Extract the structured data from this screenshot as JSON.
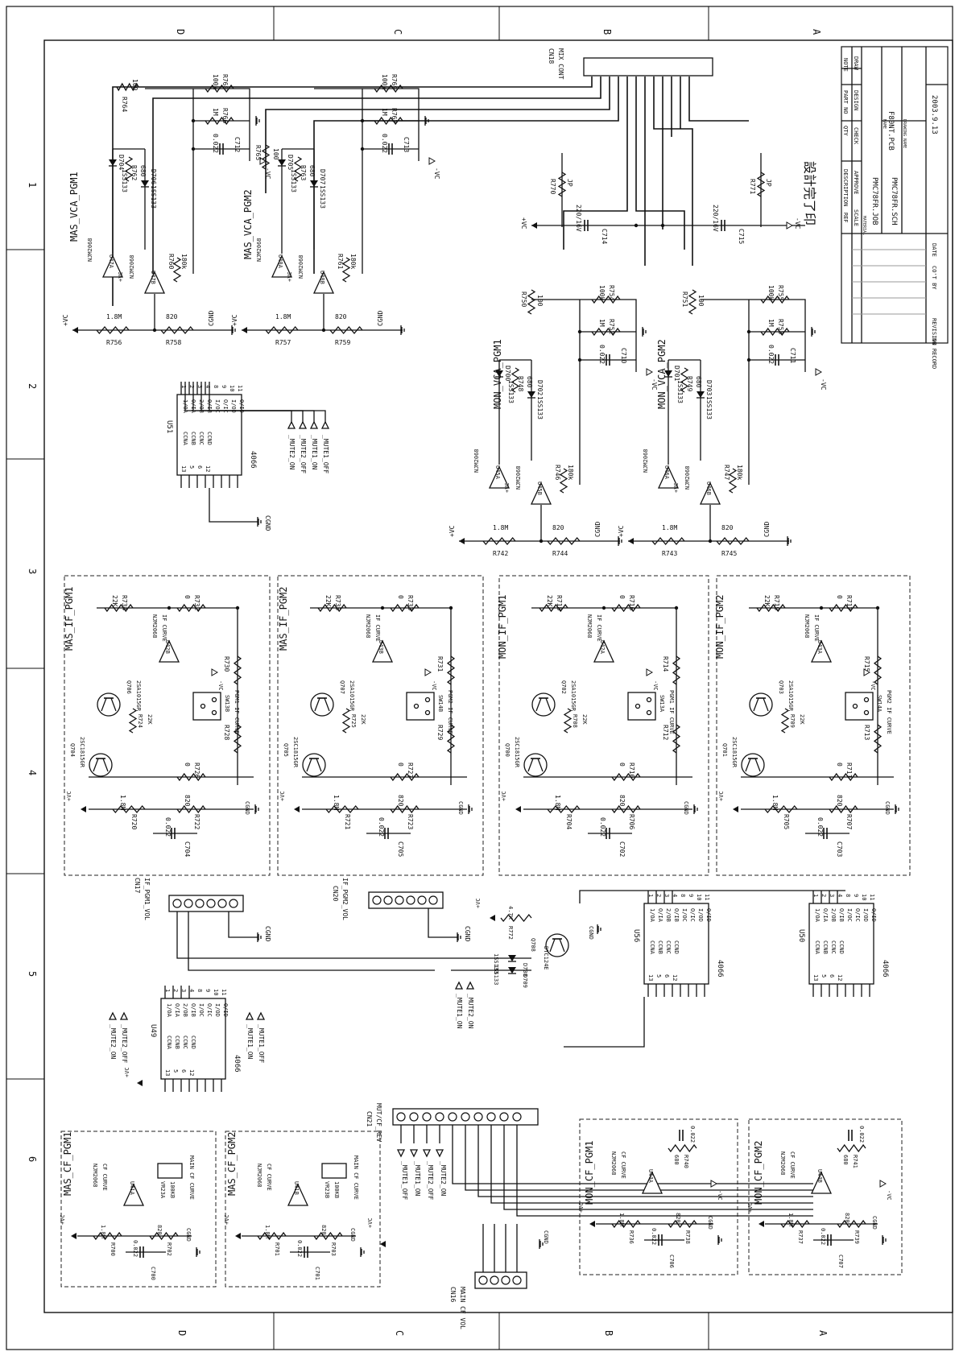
{
  "sheet": {
    "zones_top": [
      "D",
      "C",
      "B",
      "A"
    ],
    "zones_bottom": [
      "D",
      "C",
      "B",
      "A"
    ],
    "zones_side": [
      "1",
      "2",
      "3",
      "4",
      "5",
      "6"
    ]
  },
  "title_block": {
    "col_headers": [
      "REF",
      "DESCRIPTION",
      "QTY",
      "PART NO",
      "NOTE"
    ],
    "row2": [
      "SCALE",
      "APPROVE",
      "CHECK",
      "DESIGN",
      "DRAW"
    ],
    "material": "MATERIAL",
    "name_label": "NAME",
    "job": "PMC78FR.JOB",
    "sch": "PMC78FR.SCH",
    "pcb": "F80NT.PCB",
    "drawing_label": "DRAWING NAME",
    "date": "2003.9.13",
    "revision": [
      "NO",
      "REVISION RECORD",
      "CO'T BY",
      "DATE"
    ],
    "stamp": "設計完了印"
  },
  "connectors": {
    "cn18": {
      "ref": "CN18",
      "name": "MIX CONT",
      "pins": [
        "1",
        "2",
        "3",
        "4",
        "5",
        "6",
        "7",
        "8",
        "9",
        "10",
        "11",
        "12"
      ]
    },
    "cn17": {
      "ref": "CN17",
      "name": "IF_PGM1_VOL",
      "pins": [
        "1",
        "2",
        "3",
        "4",
        "5",
        "6"
      ]
    },
    "cn20": {
      "ref": "CN20",
      "name": "IF_PGM2_VOL",
      "pins": [
        "1",
        "2",
        "3",
        "4",
        "5",
        "6"
      ]
    },
    "cn21": {
      "ref": "CN21",
      "name": "MUT/CF_REV",
      "pins": [
        "1",
        "2",
        "3",
        "4",
        "5",
        "6",
        "7",
        "8",
        "9",
        "10"
      ]
    },
    "cn16": {
      "ref": "CN16",
      "name": "MAIN CF VOL",
      "pins": [
        "1",
        "2",
        "3",
        "4"
      ]
    }
  },
  "section_titles": {
    "mas_vca_pgm1": "MAS_VCA_PGM1",
    "mas_vca_pgm2": "MAS_VCA_PGM2",
    "mon_vca_pgm1": "MON_VCA_PGM1",
    "mon_vca_pgm2": "MON_VCA_PGM2",
    "mas_if_pgm1": "MAS_IF_PGM1",
    "mas_if_pgm2": "MAS_IF_PGM2",
    "mon_if_pgm1": "MON_IF_PGM1",
    "mon_if_pgm2": "MON_IF_PGM2",
    "mas_cf_pgm1": "MAS_CF_PGM1",
    "mas_cf_pgm2": "MAS_CF_PGM2",
    "mon_cf_pgm1": "MON_CF_PGM1",
    "mon_cf_pgm2": "MON_CF_PGM2"
  },
  "switch_chips": {
    "u51": {
      "ref": "U51",
      "part": "4066",
      "pins_left": [
        "1/OA",
        "O/IA",
        "2/OB",
        "O/IB"
      ],
      "pins_right": [
        "CCNA",
        "CCNB",
        "CCNC",
        "CCND"
      ],
      "pins_bottom": [
        "I/OC",
        "O/IC",
        "I/OD",
        "O/ID"
      ],
      "nums_top": [
        "13",
        "5",
        "6",
        "12"
      ],
      "nums_bottom": [
        "1",
        "2",
        "3",
        "4",
        "8",
        "9",
        "10",
        "11"
      ]
    },
    "u49": {
      "ref": "U49",
      "part": "4066",
      "pins_left": [
        "1/OA",
        "O/IA",
        "2/OB",
        "O/IB"
      ],
      "pins_right": [
        "CCNA",
        "CCNB",
        "CCNC",
        "CCND"
      ],
      "pins_bottom": [
        "I/OC",
        "O/IC",
        "I/OD",
        "O/ID"
      ],
      "nums_top": [
        "13",
        "5",
        "6",
        "12"
      ],
      "nums_bottom": [
        "1",
        "2",
        "3",
        "4",
        "8",
        "9",
        "10",
        "11"
      ]
    },
    "u56": {
      "ref": "U56",
      "part": "4066",
      "pins_left": [
        "1/OA",
        "O/IA",
        "2/OB",
        "O/IB"
      ],
      "pins_right": [
        "CCNA",
        "CCNB",
        "CCNC",
        "CCND"
      ],
      "pins_bottom": [
        "I/OC",
        "O/IC",
        "I/OD",
        "O/ID"
      ],
      "nums_top": [
        "13",
        "5",
        "6",
        "12"
      ],
      "nums_bottom": [
        "1",
        "2",
        "3",
        "4",
        "8",
        "9",
        "10",
        "11"
      ]
    },
    "u50": {
      "ref": "U50",
      "part": "4066",
      "pins_left": [
        "1/OA",
        "O/IA",
        "2/OB",
        "O/IB"
      ],
      "pins_right": [
        "CCNA",
        "CCNB",
        "CCNC",
        "CCND"
      ],
      "pins_bottom": [
        "I/OC",
        "O/IC",
        "I/OD",
        "O/ID"
      ],
      "nums_top": [
        "13",
        "5",
        "6",
        "12"
      ],
      "nums_bottom": [
        "1",
        "2",
        "3",
        "4",
        "8",
        "9",
        "10",
        "11"
      ]
    }
  },
  "mute_labels": {
    "u51": [
      "_MUTE2_ON",
      "_MUTE2_OFF",
      "_MUTE1_ON",
      "_MUTE1_OFF"
    ],
    "u49_left": [
      "_MUTE2_ON",
      "_MUTE2_OFF"
    ],
    "u49_right": [
      "_MUTE1_ON",
      "_MUTE1_OFF"
    ],
    "q708": [
      "_MUTE1_ON",
      "_MUTE2_ON"
    ],
    "cn21": [
      "_MUTE1_OFF",
      "_MUTE1_ON",
      "_MUTE2_OFF",
      "_MUTE2_ON"
    ]
  },
  "q708_block": {
    "q": "Q708",
    "part": "DTC124E",
    "r": "R772",
    "rv": "4.7K",
    "d1": "D708",
    "d2": "D709",
    "dpart": "1SS133",
    "vc": "+VC",
    "gnd": "CGND"
  },
  "vca_blocks": {
    "mas1": {
      "opa": "U47A",
      "opb": "U47B",
      "part": "NJM2068",
      "d1": "D704",
      "d2": "D706",
      "dpart": "1SS133",
      "r_top": "R764",
      "r_top_v": "100",
      "r_d": "R762",
      "r_d_v": "680",
      "r_fb1": "R768",
      "r_fb1_v": "100k",
      "r_fb2": "R766",
      "r_fb2_v": "1M",
      "c": "C712",
      "c_v": "0.022",
      "r_vc": "R760",
      "r_vc_v": "180k",
      "r_in1": "R756",
      "r_in1_v": "1.8M",
      "r_in2": "R758",
      "r_in2_v": "820"
    },
    "mas2": {
      "opa": "U48A",
      "opb": "U48B",
      "part": "NJM2068",
      "d1": "D705",
      "d2": "D707",
      "dpart": "1SS133",
      "r_top": "R765",
      "r_top_v": "100",
      "r_d": "R763",
      "r_d_v": "680",
      "r_fb1": "R769",
      "r_fb1_v": "100k",
      "r_fb2": "R767",
      "r_fb2_v": "1M",
      "c": "C713",
      "c_v": "0.022",
      "r_vc": "R761",
      "r_vc_v": "180k",
      "r_in1": "R757",
      "r_in1_v": "1.8M",
      "r_in2": "R759",
      "r_in2_v": "820"
    },
    "mon1": {
      "opa": "U45A",
      "opb": "U45B",
      "part": "NJM2068",
      "d1": "D700",
      "d2": "D702",
      "dpart": "1SS133",
      "r_top": "R750",
      "r_top_v": "100",
      "r_d": "R748",
      "r_d_v": "680",
      "r_fb1": "R754",
      "r_fb1_v": "100k",
      "r_fb2": "R752",
      "r_fb2_v": "1M",
      "c": "C710",
      "c_v": "0.022",
      "r_vc": "R746",
      "r_vc_v": "180k",
      "r_in1": "R742",
      "r_in1_v": "1.8M",
      "r_in2": "R744",
      "r_in2_v": "820"
    },
    "mon2": {
      "opa": "U46A",
      "opb": "U46B",
      "part": "NJM2068",
      "d1": "D701",
      "d2": "D703",
      "dpart": "1SS133",
      "r_top": "R751",
      "r_top_v": "100",
      "r_d": "R749",
      "r_d_v": "680",
      "r_fb1": "R755",
      "r_fb1_v": "100k",
      "r_fb2": "R753",
      "r_fb2_v": "1M",
      "c": "C711",
      "c_v": "0.022",
      "r_vc": "R747",
      "r_vc_v": "180k",
      "r_in1": "R743",
      "r_in1_v": "1.8M",
      "r_in2": "R745",
      "r_in2_v": "820"
    }
  },
  "supply_misc": {
    "r770": "R770",
    "r771": "R771",
    "jp": "JP",
    "c714": "C714",
    "c715": "C715",
    "cap_v": "220/16V",
    "vc_pos": "+VC",
    "vc_neg": "-VC",
    "gnd": "CGND"
  },
  "if_blocks": {
    "mas1": {
      "op": "U42B",
      "part": "NJM2068",
      "curve": "IF CURVE",
      "q_pnp": "Q706",
      "pnp": "2SA1015GR",
      "q_npn": "Q704",
      "npn": "2SC1815GR",
      "sw": "SW13B",
      "sw_label": "PGM1 IF CURVE",
      "r_a": "R734",
      "r_a_v": "22K",
      "r_b": "R732",
      "r_b_v": "0",
      "r_c": "R730",
      "r_d": "R728",
      "r_e": "R726",
      "r_e_v": "0",
      "r_f": "R724",
      "r_f_v": "22K",
      "r_g": "R720",
      "r_g_v": "1.8M",
      "r_h": "R722",
      "r_h_v": "820",
      "c": "C704",
      "c_v": "0.022"
    },
    "mas2": {
      "op": "U43B",
      "part": "NJM2068",
      "curve": "IF CURVE",
      "q_pnp": "Q707",
      "pnp": "2SA1015GR",
      "q_npn": "Q705",
      "npn": "2SC1815GR",
      "sw": "SW14B",
      "sw_label": "PGM2 IF CURVE",
      "r_a": "R735",
      "r_a_v": "22K",
      "r_b": "R733",
      "r_b_v": "0",
      "r_c": "R731",
      "r_d": "R729",
      "r_e": "R727",
      "r_e_v": "0",
      "r_f": "R725",
      "r_f_v": "22K",
      "r_g": "R721",
      "r_g_v": "1.8M",
      "r_h": "R723",
      "r_h_v": "820",
      "c": "C705",
      "c_v": "0.022"
    },
    "mon1": {
      "op": "U42A",
      "part": "NJM2068",
      "curve": "IF CURVE",
      "q_pnp": "Q702",
      "pnp": "2SA1015GR",
      "q_npn": "Q700",
      "npn": "2SC1815GR",
      "sw": "SW13A",
      "sw_label": "PGM1 IF CURVE",
      "r_a": "R718",
      "r_a_v": "22K",
      "r_b": "R716",
      "r_b_v": "0",
      "r_c": "R714",
      "r_d": "R712",
      "r_e": "R710",
      "r_e_v": "0",
      "r_f": "R708",
      "r_f_v": "22K",
      "r_g": "R704",
      "r_g_v": "1.8M",
      "r_h": "R706",
      "r_h_v": "820",
      "c": "C702",
      "c_v": "0.022"
    },
    "mon2": {
      "op": "U43A",
      "part": "NJM2068",
      "curve": "IF CURVE",
      "q_pnp": "Q703",
      "pnp": "2SA1015GR",
      "q_npn": "Q701",
      "npn": "2SC1815GR",
      "sw": "SW14A",
      "sw_label": "PGM2 IF CURVE",
      "r_a": "R719",
      "r_a_v": "22K",
      "r_b": "R717",
      "r_b_v": "0",
      "r_c": "R715",
      "r_d": "R713",
      "r_e": "R711",
      "r_e_v": "0",
      "r_f": "R709",
      "r_f_v": "22K",
      "r_g": "R705",
      "r_g_v": "1.8M",
      "r_h": "R707",
      "r_h_v": "820",
      "c": "C703",
      "c_v": "0.022"
    }
  },
  "cf_blocks": {
    "mas1": {
      "op": "U41A",
      "part": "NJM2068",
      "curve": "CF CURVE",
      "vr": "VR23A",
      "vr_v": "100KB",
      "vr_label": "MAIN CF CURVE",
      "r1": "R700",
      "r1_v": "1.8M",
      "r2": "R702",
      "r2_v": "820",
      "c": "C700",
      "c_v": "0.022"
    },
    "mas2": {
      "op": "U41B",
      "part": "NJM2068",
      "curve": "CF CURVE",
      "vr": "VR23B",
      "vr_v": "100KB",
      "vr_label": "MAIN CF CURVE",
      "r1": "R701",
      "r1_v": "1.8M",
      "r2": "R703",
      "r2_v": "820",
      "c": "C701",
      "c_v": "0.022"
    },
    "mon1": {
      "op": "U44A",
      "part": "NJM2068",
      "curve": "CF CURVE",
      "r_fb": "R740",
      "r_fb_v": "680",
      "c_top": "0.022",
      "r1": "R736",
      "r1_v": "1.8M",
      "r2": "R738",
      "r2_v": "820",
      "c": "C706",
      "c_v": "0.022"
    },
    "mon2": {
      "op": "U44B",
      "part": "NJM2068",
      "curve": "CF CURVE",
      "r_fb": "R741",
      "r_fb_v": "680",
      "c_top": "0.022",
      "r1": "R737",
      "r1_v": "1.8M",
      "r2": "R739",
      "r2_v": "820",
      "c": "C707",
      "c_v": "0.022"
    }
  }
}
